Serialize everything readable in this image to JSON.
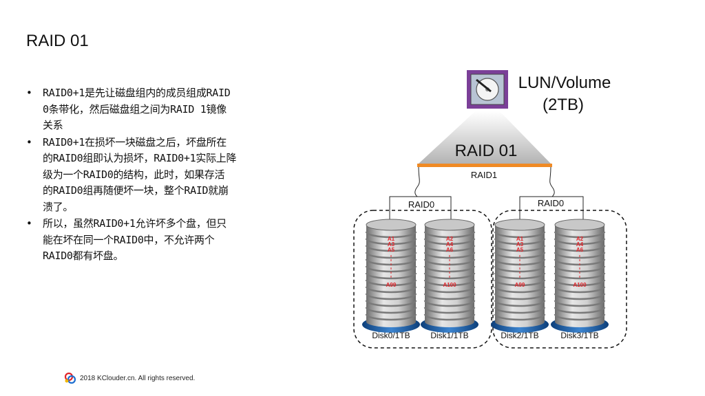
{
  "slide": {
    "title": "RAID 01",
    "bullets": [
      "RAID0+1是先让磁盘组内的成员组成RAID 0条带化，然后磁盘组之间为RAID 1镜像关系",
      "RAID0+1在损坏一块磁盘之后，坏盘所在的RAID0组即认为损坏，RAID0+1实际上降级为一个RAID0的结构，此时，如果存活的RAID0组再随便坏一块，整个RAID就崩溃了。",
      "所以，虽然RAID0+1允许坏多个盘，但只能在坏在同一个RAID0中，不允许两个RAID0都有坏盘。"
    ],
    "bullet_lines": [
      [
        "RAID0+1是先让磁盘组内的成员组成RAID",
        "0条带化，然后磁盘组之间为RAID 1镜像",
        "关系"
      ],
      [
        "RAID0+1在损坏一块磁盘之后，坏盘所在",
        "的RAID0组即认为损坏，RAID0+1实际上降",
        "级为一个RAID0的结构，此时，如果存活",
        "的RAID0组再随便坏一块，整个RAID就崩",
        "溃了。"
      ],
      [
        "所以，虽然RAID0+1允许坏多个盘，但只",
        "能在坏在同一个RAID0中，不允许两个",
        "RAID0都有坏盘。"
      ]
    ],
    "bullet_char": "•",
    "footer": "2018 KClouder.cn. All rights reserved."
  },
  "diagram": {
    "lun_label_line1": "LUN/Volume",
    "lun_label_line2": "(2TB)",
    "raid01_label": "RAID 01",
    "raid1_label": "RAID1",
    "raid0_left_label": "RAID0",
    "raid0_right_label": "RAID0",
    "disks": [
      {
        "label": "Disk0/1TB",
        "blocks_top": [
          "A1",
          "A3",
          "A5"
        ],
        "block_bottom": "A99"
      },
      {
        "label": "Disk1/1TB",
        "blocks_top": [
          "A2",
          "A4",
          "A6"
        ],
        "block_bottom": "A100"
      },
      {
        "label": "Disk2/1TB",
        "blocks_top": [
          "A1",
          "A3",
          "A5"
        ],
        "block_bottom": "A99"
      },
      {
        "label": "Disk3/1TB",
        "blocks_top": [
          "A2",
          "A4",
          "A6"
        ],
        "block_bottom": "A100"
      }
    ],
    "colors": {
      "lun_frame": "#7b3f98",
      "raid1_bar": "#f08a24",
      "disk_base": "#1f5fa8",
      "block_text": "#e0242a"
    }
  }
}
